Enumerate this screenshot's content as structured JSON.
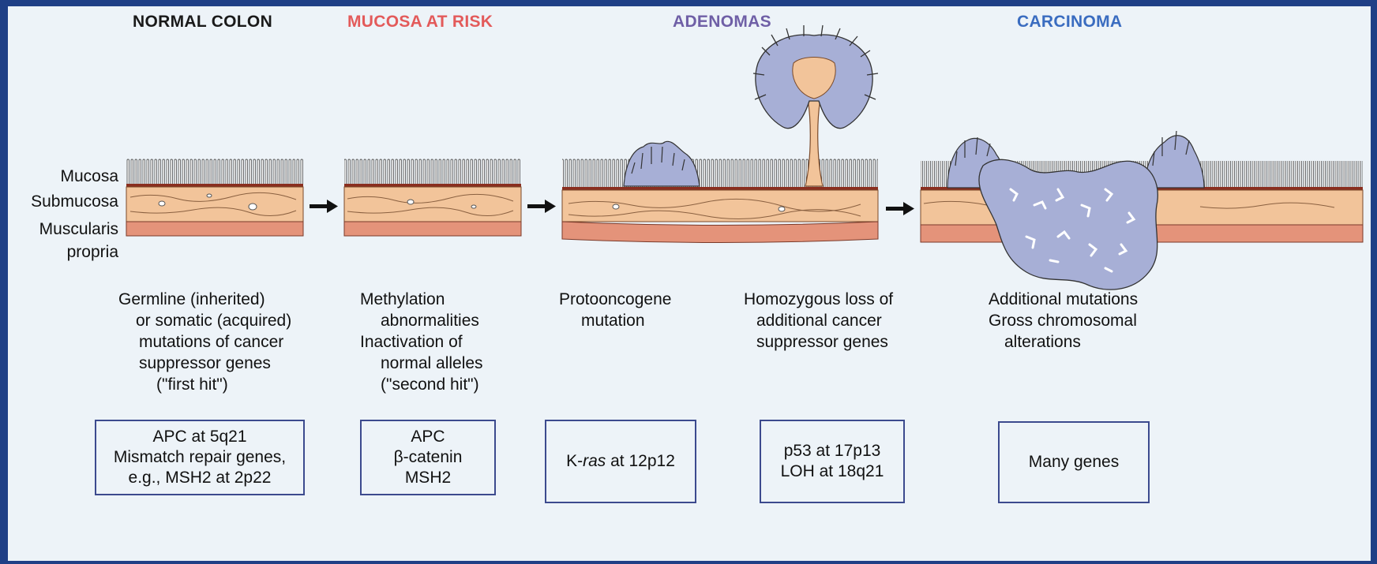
{
  "stages": {
    "normal_colon": {
      "title": "NORMAL COLON",
      "color": "#1a1a1a"
    },
    "mucosa_at_risk": {
      "title": "MUCOSA AT RISK",
      "color": "#e35a5a"
    },
    "adenomas": {
      "title": "ADENOMAS",
      "color": "#6f5fa6"
    },
    "carcinoma": {
      "title": "CARCINOMA",
      "color": "#3a6cc0"
    }
  },
  "layers": {
    "mucosa": "Mucosa",
    "submucosa": "Submucosa",
    "muscularis_1": "Muscularis",
    "muscularis_2": "propria"
  },
  "descriptions": {
    "germline": {
      "line1": "Germline (inherited)",
      "line2": "or somatic (acquired)",
      "line3": "mutations of cancer",
      "line4": "suppressor genes",
      "line5": "(\"first hit\")"
    },
    "methylation": {
      "line1": "Methylation",
      "line2": "abnormalities",
      "line3": "Inactivation of",
      "line4": "normal alleles",
      "line5": "(\"second hit\")"
    },
    "protooncogene": {
      "line1": "Protooncogene",
      "line2": "mutation"
    },
    "homozygous": {
      "line1": "Homozygous loss of",
      "line2": "additional cancer",
      "line3": "suppressor genes"
    },
    "additional": {
      "line1": "Additional mutations",
      "line2": "Gross chromosomal",
      "line3": "alterations"
    }
  },
  "gene_boxes": {
    "box1": {
      "line1": "APC at 5q21",
      "line2": "Mismatch repair genes,",
      "line3": "e.g., MSH2 at 2p22"
    },
    "box2": {
      "line1": "APC",
      "line2": "β-catenin",
      "line3": "MSH2"
    },
    "box3": {
      "prefix": "K-",
      "italic": "ras",
      "suffix": " at 12p12"
    },
    "box4": {
      "line1": "p53 at 17p13",
      "line2": "LOH at 18q21"
    },
    "box5": {
      "line1": "Many genes"
    }
  },
  "colors": {
    "background_frame": "#1f3f86",
    "panel": "#edf3f8",
    "submucosa": "#f2c49a",
    "muscularis": "#e4937a",
    "adenoma": "#a7afd6",
    "box_border": "#3c4a8e"
  },
  "arrows": {
    "count": 3,
    "direction": "right"
  }
}
